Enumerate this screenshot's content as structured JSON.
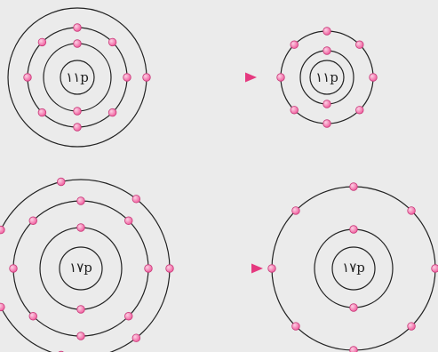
{
  "colors": {
    "background": "#ebebeb",
    "electron": "#f05a9c",
    "electron_highlight": "#fbd0e3",
    "electron_stroke": "#c93a7a",
    "arrow": "#e5397f",
    "line": "#222222"
  },
  "diagrams": [
    {
      "nucleus_label": "١١p",
      "before": {
        "shell_electrons": [
          2,
          8,
          1
        ]
      },
      "after": {
        "shell_electrons": [
          2,
          8
        ]
      }
    },
    {
      "nucleus_label": "١٧p",
      "before": {
        "shell_electrons": [
          2,
          8,
          7
        ]
      },
      "after": {
        "shell_electrons": [
          2,
          8
        ]
      }
    }
  ]
}
